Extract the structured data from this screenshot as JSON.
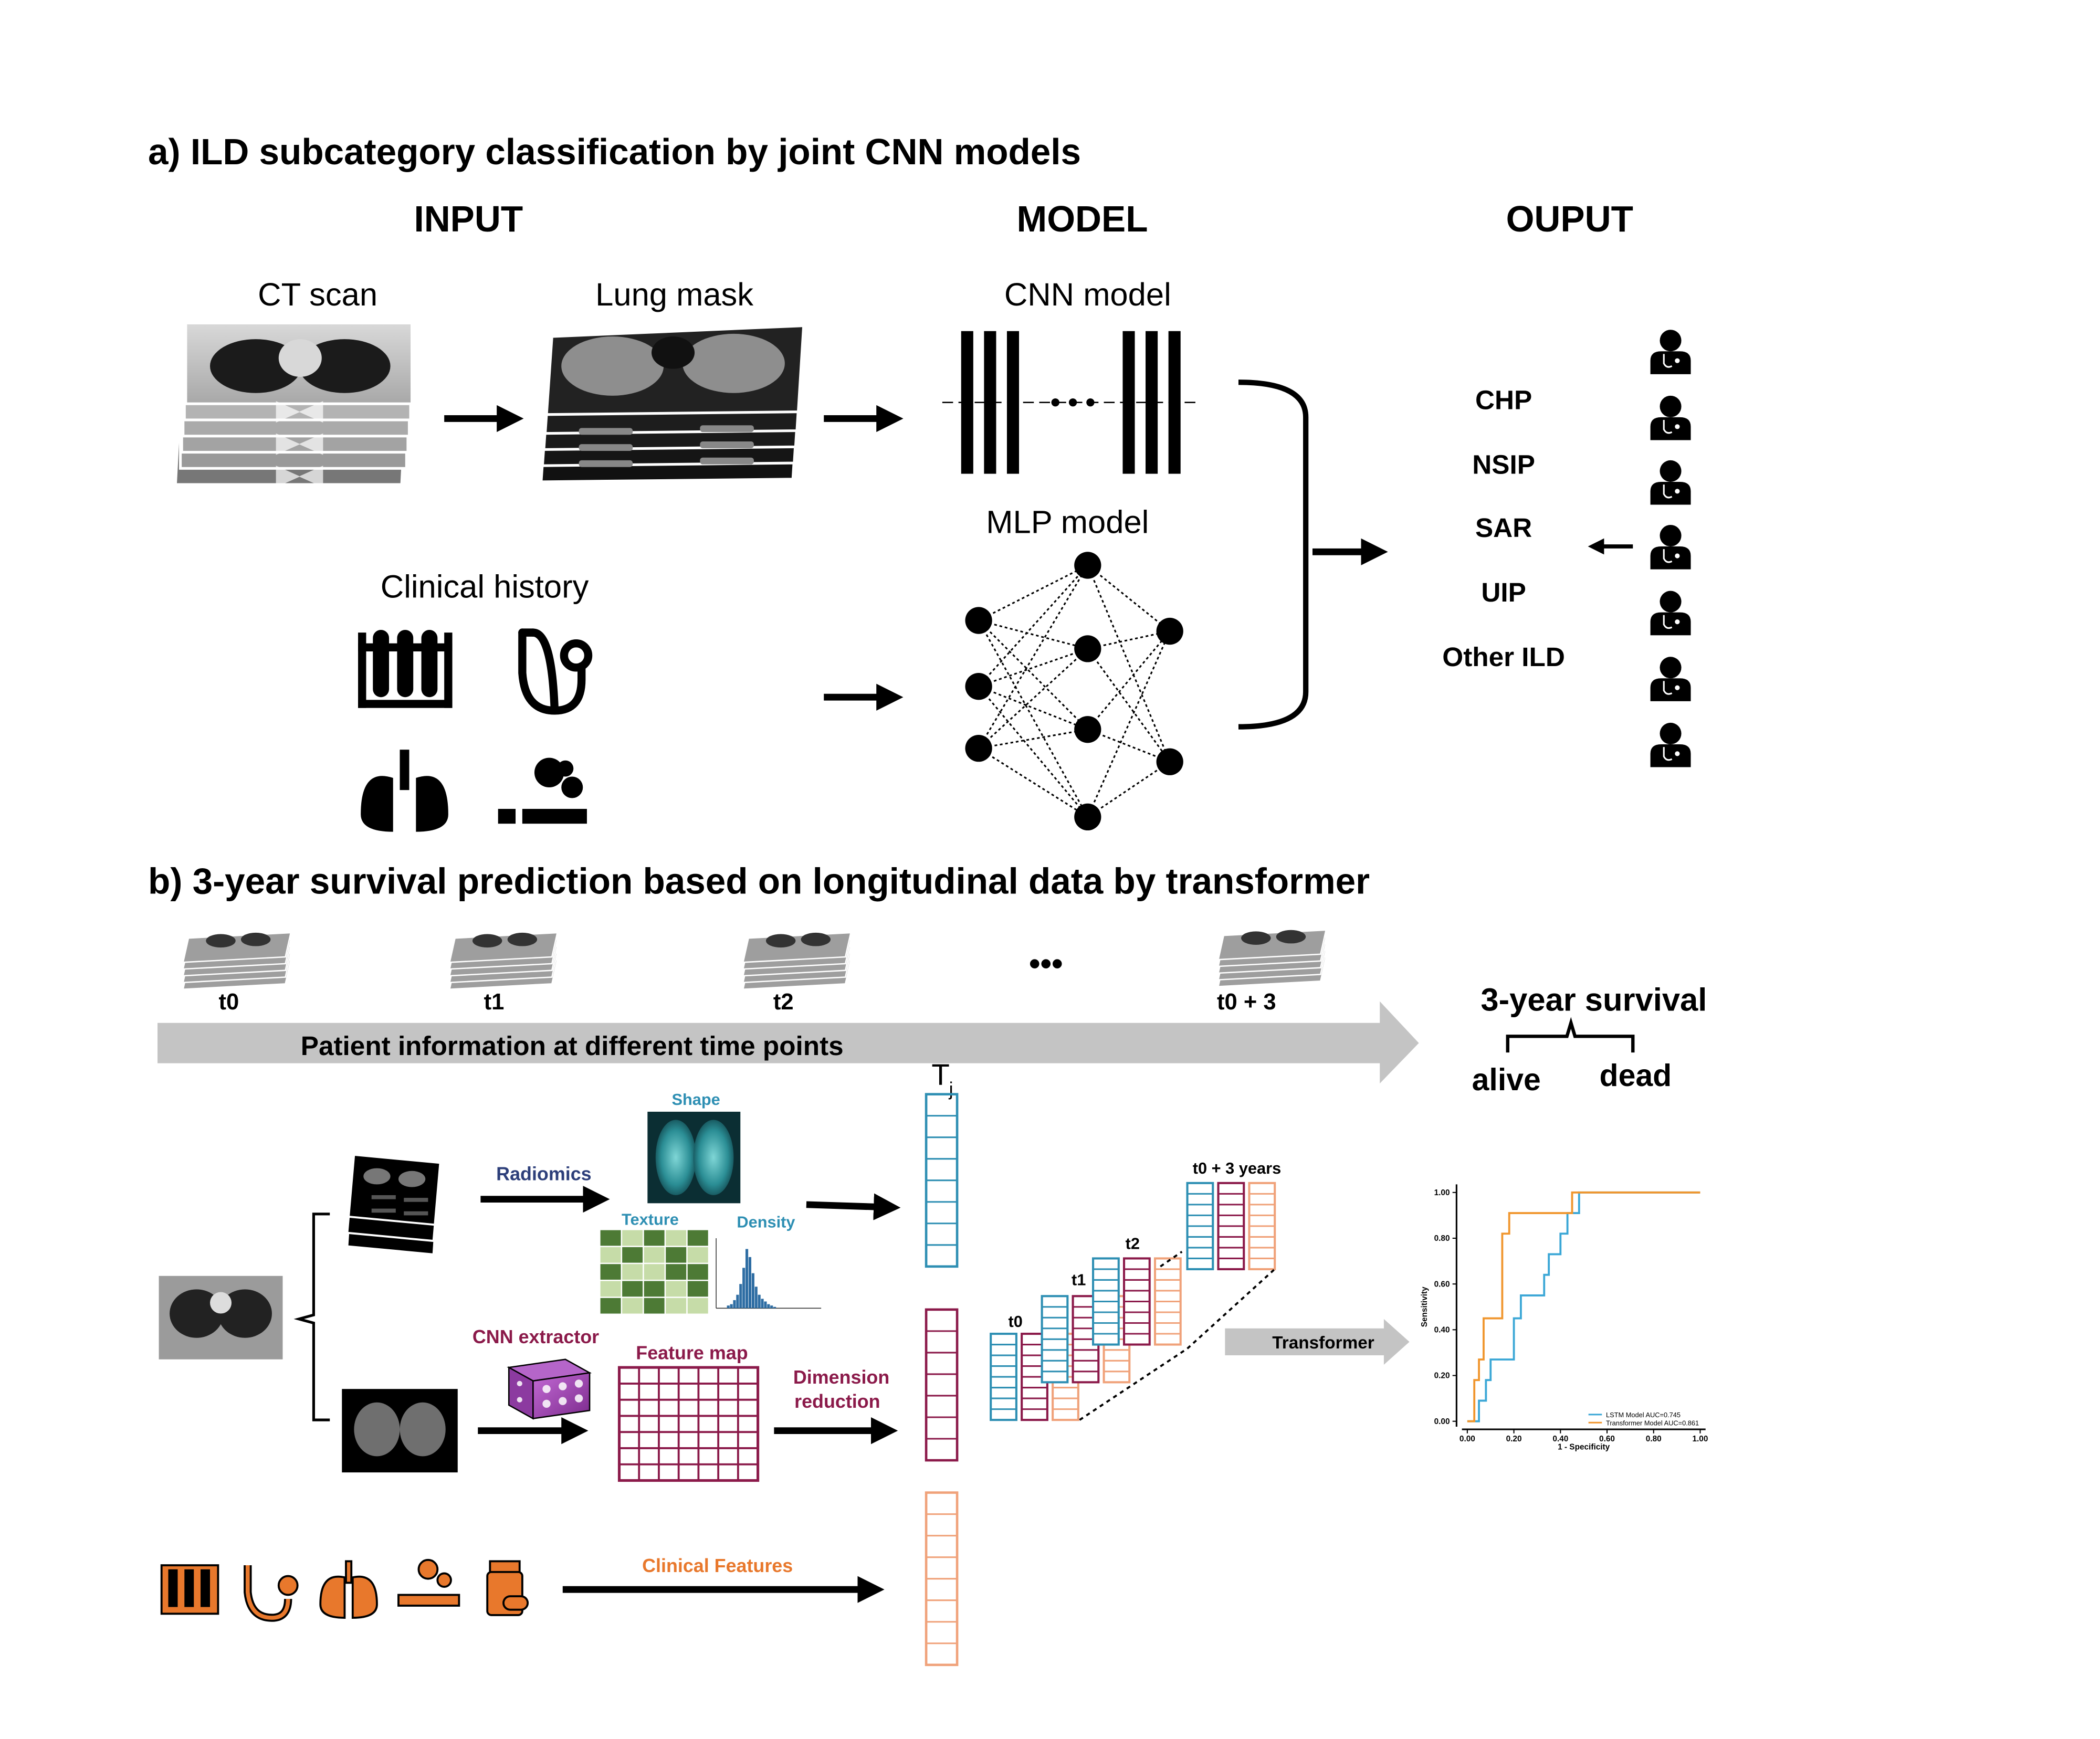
{
  "section_a": {
    "title": "a) ILD subcategory classification by joint CNN models",
    "col_input": "INPUT",
    "col_model": "MODEL",
    "col_output": "OUPUT",
    "ct_scan": "CT scan",
    "lung_mask": "Lung mask",
    "clinical_history": "Clinical history",
    "cnn_model": "CNN model",
    "mlp_model": "MLP model",
    "outputs": [
      "CHP",
      "NSIP",
      "SAR",
      "UIP",
      "Other ILD"
    ]
  },
  "section_b": {
    "title": "b) 3-year survival prediction based on longitudinal data by transformer",
    "timepoints": [
      "t0",
      "t1",
      "t2",
      "t0 + 3"
    ],
    "ellipsis": "•••",
    "timeline_label": "Patient information at different time points",
    "survival_title": "3-year survival",
    "alive": "alive",
    "dead": "dead",
    "radiomics": "Radiomics",
    "shape": "Shape",
    "texture": "Texture",
    "density": "Density",
    "cnn_extractor": "CNN extractor",
    "feature_map": "Feature map",
    "dimension_reduction_1": "Dimension",
    "dimension_reduction_2": "reduction",
    "clinical_features": "Clinical Features",
    "tj": "T",
    "tj_sub": "j",
    "stack_labels": [
      "t0",
      "t1",
      "t2",
      "t0 + 3 years"
    ],
    "transformer": "Transformer"
  },
  "colors": {
    "teal": "#2e8fb3",
    "maroon": "#8b1a4a",
    "orange": "#f0a27a",
    "orange_text": "#e8782c",
    "navy": "#2d3f7a",
    "green_dark": "#4d7a35",
    "green_light": "#c6dca8"
  },
  "chart_data": {
    "type": "line",
    "xlabel": "1 - Specificity",
    "ylabel": "Sensitivity",
    "xlim": [
      0,
      1
    ],
    "ylim": [
      0,
      1
    ],
    "xticks": [
      "0.00",
      "0.20",
      "0.40",
      "0.60",
      "0.80",
      "1.00"
    ],
    "yticks": [
      "0.00",
      "0.20",
      "0.40",
      "0.60",
      "0.80",
      "1.00"
    ],
    "legend_position": "lower-right",
    "series": [
      {
        "name": "LSTM Model AUC=0.745",
        "color": "#3ba7d6",
        "points": [
          [
            0,
            0
          ],
          [
            0.05,
            0
          ],
          [
            0.05,
            0.09
          ],
          [
            0.08,
            0.09
          ],
          [
            0.08,
            0.18
          ],
          [
            0.1,
            0.18
          ],
          [
            0.1,
            0.27
          ],
          [
            0.2,
            0.27
          ],
          [
            0.2,
            0.45
          ],
          [
            0.23,
            0.45
          ],
          [
            0.23,
            0.55
          ],
          [
            0.33,
            0.55
          ],
          [
            0.33,
            0.64
          ],
          [
            0.35,
            0.64
          ],
          [
            0.35,
            0.73
          ],
          [
            0.4,
            0.73
          ],
          [
            0.4,
            0.82
          ],
          [
            0.43,
            0.82
          ],
          [
            0.43,
            0.91
          ],
          [
            0.48,
            0.91
          ],
          [
            0.48,
            1.0
          ],
          [
            1.0,
            1.0
          ]
        ]
      },
      {
        "name": "Transformer Model AUC=0.861",
        "color": "#f0962e",
        "points": [
          [
            0,
            0
          ],
          [
            0.03,
            0
          ],
          [
            0.03,
            0.18
          ],
          [
            0.05,
            0.18
          ],
          [
            0.05,
            0.27
          ],
          [
            0.07,
            0.27
          ],
          [
            0.07,
            0.45
          ],
          [
            0.15,
            0.45
          ],
          [
            0.15,
            0.82
          ],
          [
            0.18,
            0.82
          ],
          [
            0.18,
            0.91
          ],
          [
            0.45,
            0.91
          ],
          [
            0.45,
            1.0
          ],
          [
            1.0,
            1.0
          ]
        ]
      }
    ]
  }
}
